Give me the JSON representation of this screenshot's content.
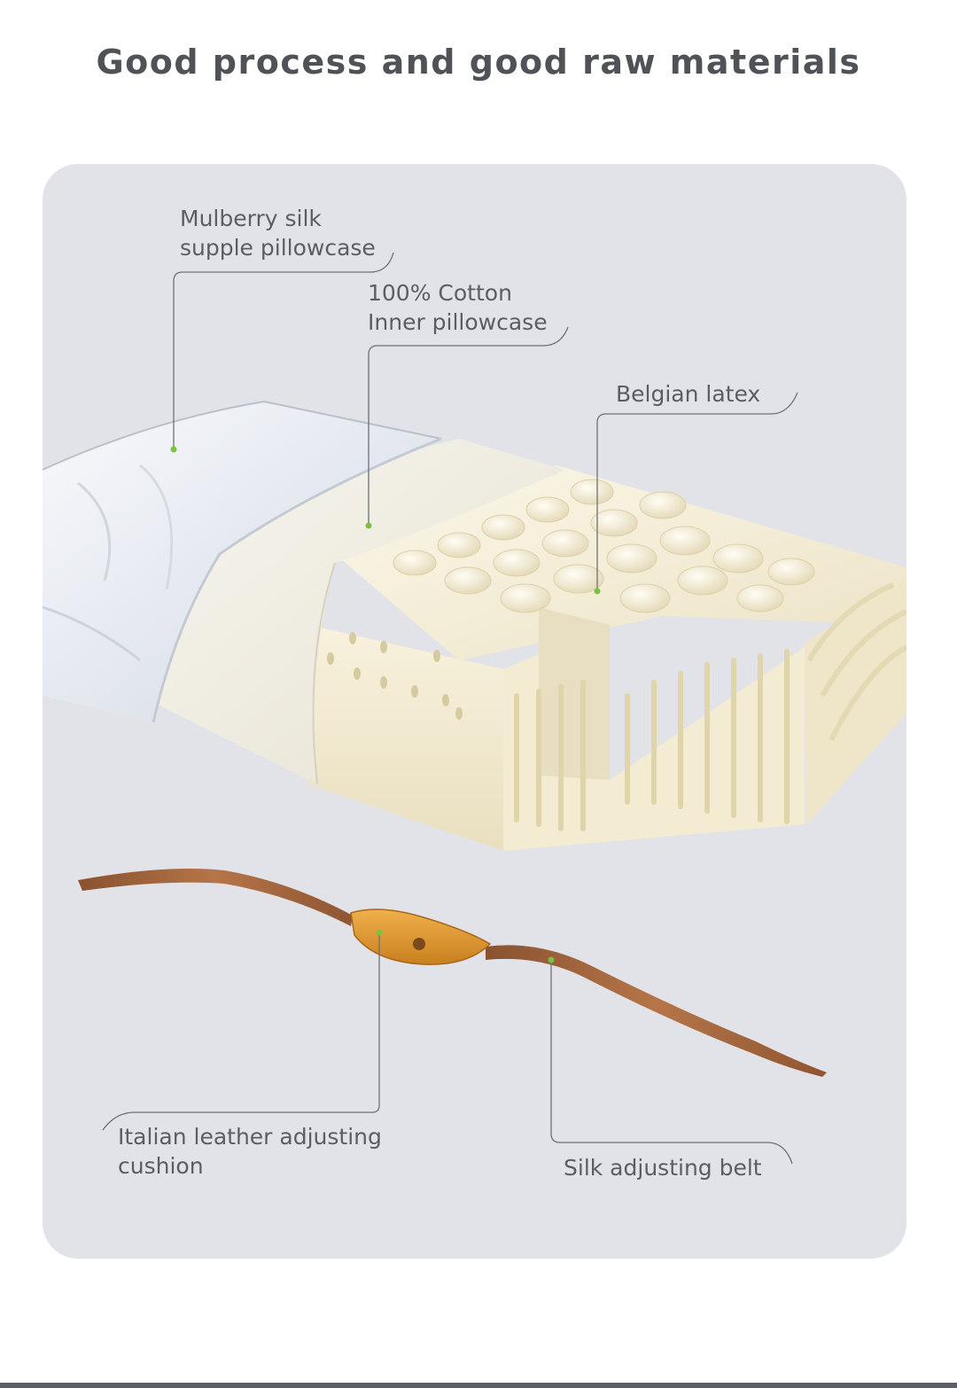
{
  "page": {
    "title": "Good process and good raw materials"
  },
  "callouts": {
    "mulberry_silk": {
      "line1": "Mulberry silk",
      "line2": "supple pillowcase"
    },
    "cotton": {
      "line1": "100% Cotton",
      "line2": "Inner pillowcase"
    },
    "latex": {
      "line1": "Belgian latex"
    },
    "leather": {
      "line1": "Italian leather adjusting",
      "line2": "cushion"
    },
    "belt": {
      "line1": "Silk adjusting belt"
    }
  },
  "colors": {
    "panel_background": "#e2e3e8",
    "leader_line": "#6c7076",
    "marker_dot": "#7cc142",
    "latex": "#f6f0dc",
    "silk": "#eef1f6",
    "leather": "#e09a35",
    "belt": "#a0643b"
  }
}
